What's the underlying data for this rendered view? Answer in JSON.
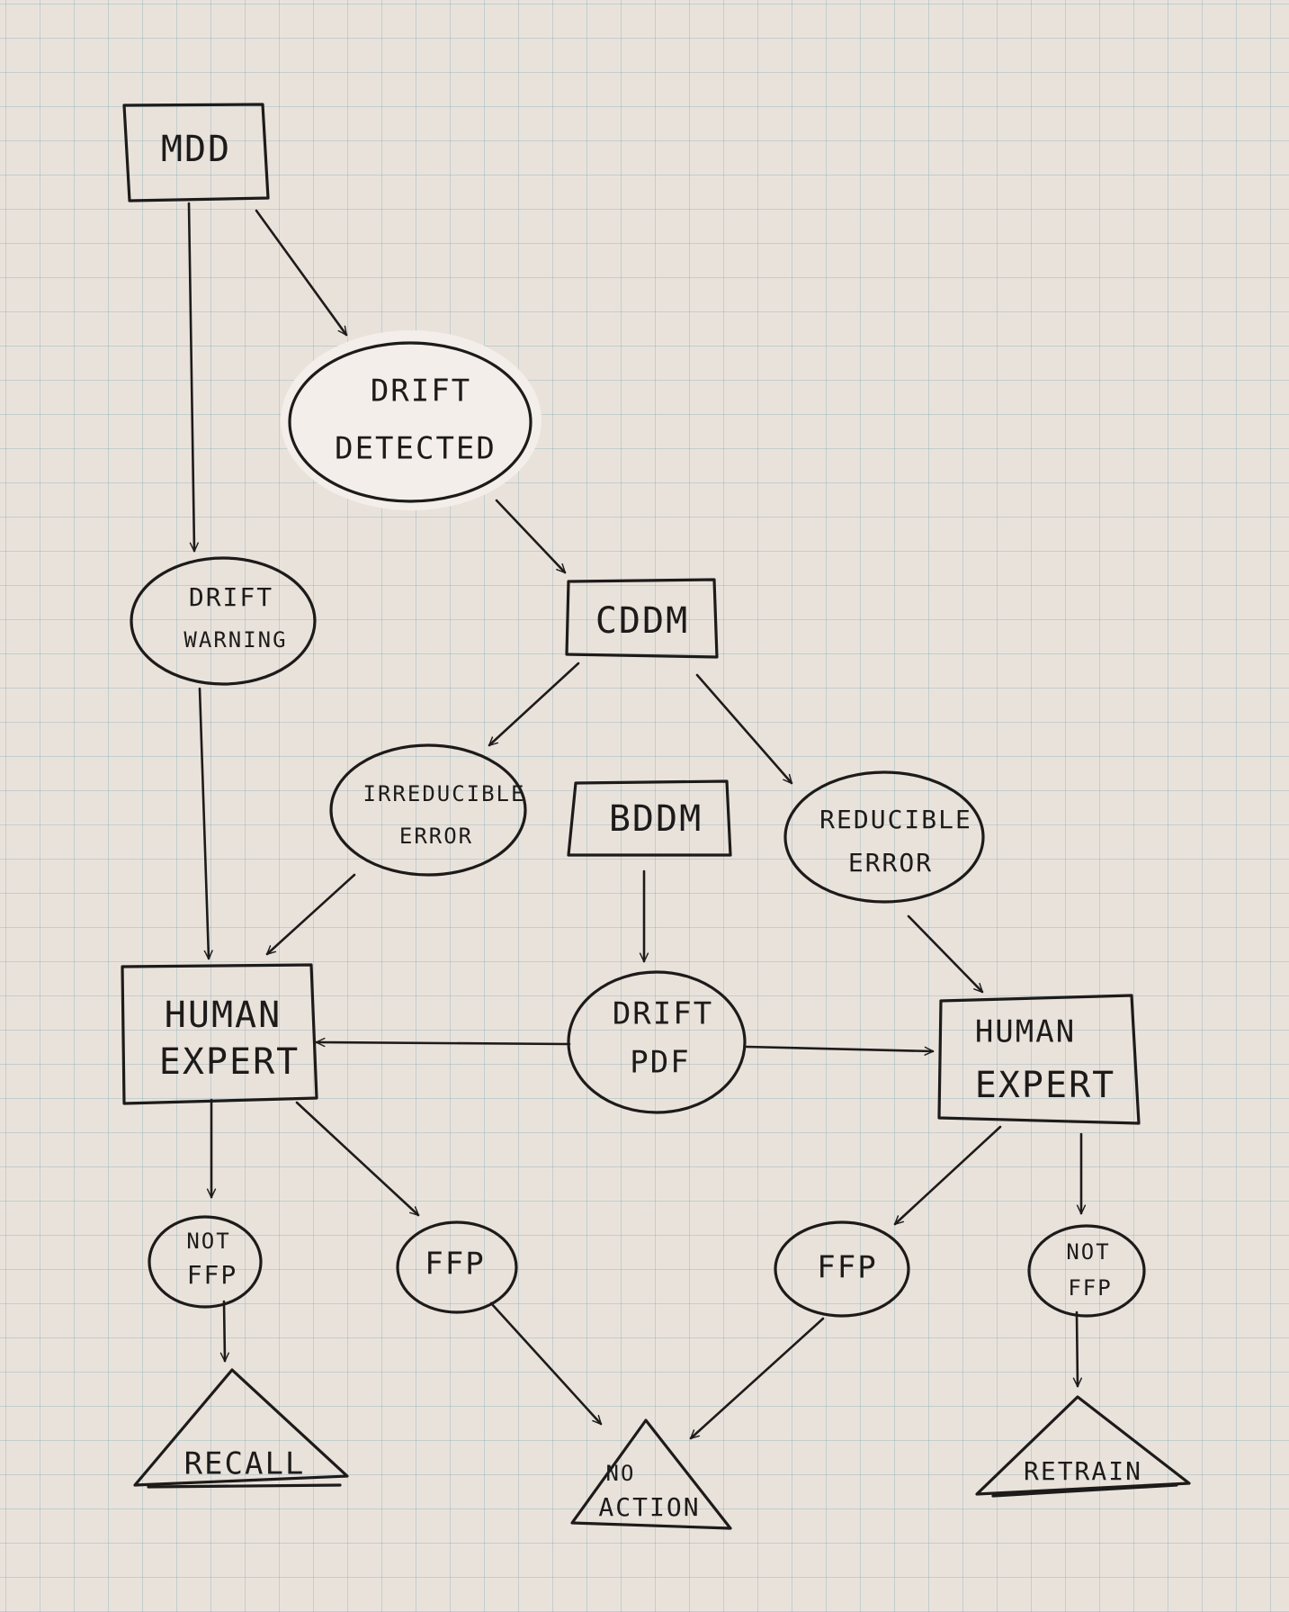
{
  "nodes": {
    "mdd": "MDD",
    "drift_detected": [
      "DRIFT",
      "DETECTED"
    ],
    "drift_warning": [
      "DRIFT",
      "WARNING"
    ],
    "cddm": "CDDM",
    "irreducible_error": [
      "IRREDUCIBLE",
      "ERROR"
    ],
    "bddm": "BDDM",
    "reducible_error": [
      "REDUCIBLE",
      "ERROR"
    ],
    "human_expert_left": [
      "HUMAN",
      "EXPERT"
    ],
    "drift_pdf": [
      "DRIFT",
      "PDF"
    ],
    "human_expert_right": [
      "HUMAN",
      "EXPERT"
    ],
    "not_ffp_left": [
      "NOT",
      "FFP"
    ],
    "ffp_left": "FFP",
    "ffp_right": "FFP",
    "not_ffp_right": [
      "NOT",
      "FFP"
    ],
    "recall": "RECALL",
    "no_action": [
      "NO",
      "ACTION"
    ],
    "retrain": "RETRAIN"
  },
  "edges": [
    [
      "MDD",
      "DRIFT DETECTED"
    ],
    [
      "MDD",
      "DRIFT WARNING"
    ],
    [
      "DRIFT DETECTED",
      "CDDM"
    ],
    [
      "CDDM",
      "IRREDUCIBLE ERROR"
    ],
    [
      "CDDM",
      "REDUCIBLE ERROR"
    ],
    [
      "DRIFT WARNING",
      "HUMAN EXPERT (left)"
    ],
    [
      "IRREDUCIBLE ERROR",
      "HUMAN EXPERT (left)"
    ],
    [
      "BDDM",
      "DRIFT PDF"
    ],
    [
      "DRIFT PDF",
      "HUMAN EXPERT (left)"
    ],
    [
      "DRIFT PDF",
      "HUMAN EXPERT (right)"
    ],
    [
      "REDUCIBLE ERROR",
      "HUMAN EXPERT (right)"
    ],
    [
      "HUMAN EXPERT (left)",
      "NOT FFP (left)"
    ],
    [
      "HUMAN EXPERT (left)",
      "FFP (left)"
    ],
    [
      "HUMAN EXPERT (right)",
      "FFP (right)"
    ],
    [
      "HUMAN EXPERT (right)",
      "NOT FFP (right)"
    ],
    [
      "NOT FFP (left)",
      "RECALL"
    ],
    [
      "FFP (left)",
      "NO ACTION"
    ],
    [
      "FFP (right)",
      "NO ACTION"
    ],
    [
      "NOT FFP (right)",
      "RETRAIN"
    ]
  ]
}
